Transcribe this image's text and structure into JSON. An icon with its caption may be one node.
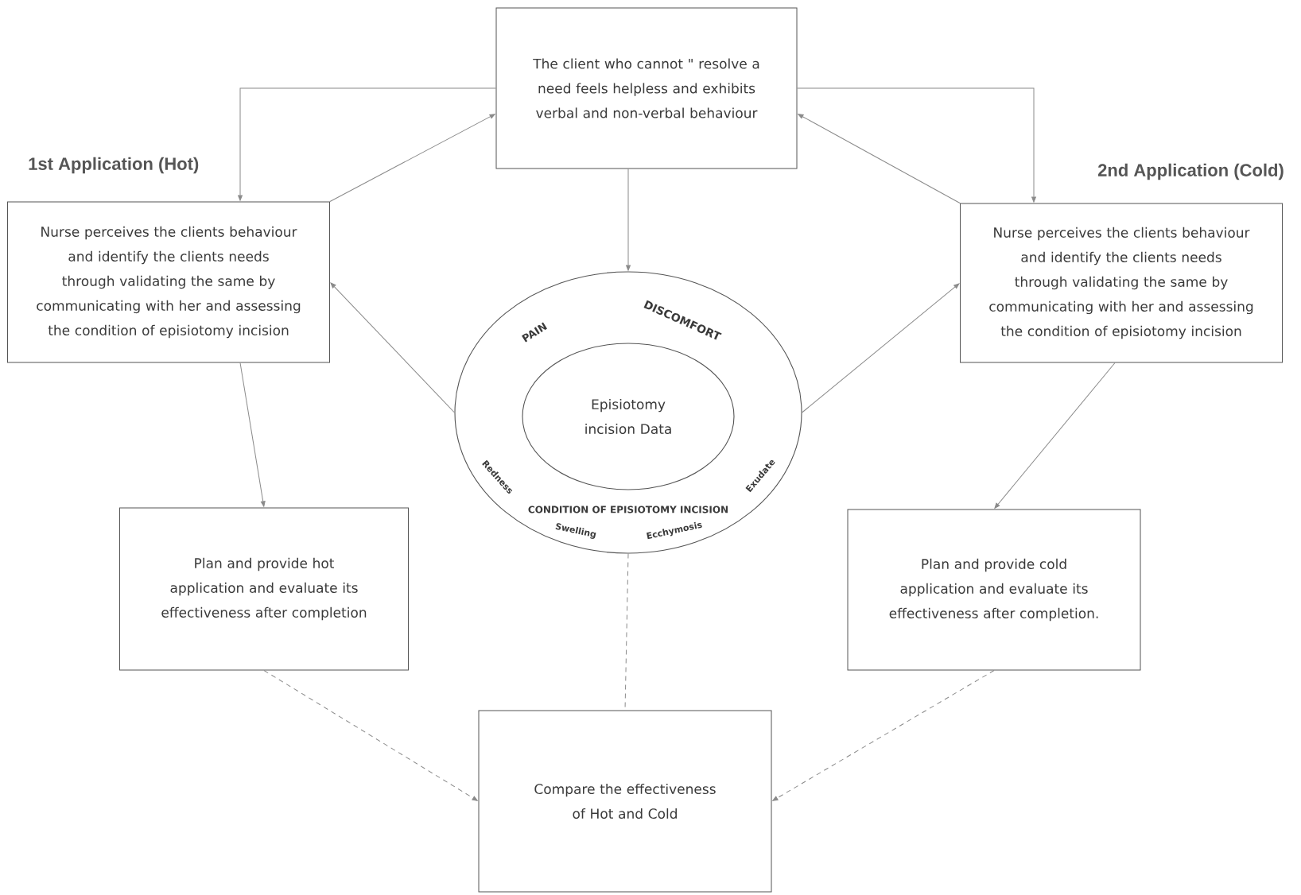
{
  "diagram": {
    "nodes": [
      {
        "text": [
          "The client who cannot \" resolve a need feels helpless and exhibits verbal and non-verbal behaviour"
        ]
      },
      {
        "text": [
          "1st Application (Hot)",
          "Nurse perceives the clients behaviour and identify the clients needs through validating the same by communicating with her and assessing the condition of episiotomy incision"
        ]
      },
      {
        "text": [
          "2nd Application (Cold)",
          "Nurse perceives the clients behaviour and identify the clients needs through validating the same by communicating with her and assessing the condition of episiotomy incision"
        ]
      },
      {
        "text": [
          "PAIN",
          "DISCOMFORT",
          "CONDITION OF EPISIOTOMY INCISION",
          "Redness",
          "Swelling",
          "Ecchymosis",
          "Exudate"
        ]
      },
      {
        "text": [
          "Episiotomy incision Data"
        ],
        "in": 3
      },
      {
        "text": [
          "Plan and provide hot application and evaluate its effectiveness after completion"
        ]
      },
      {
        "text": [
          "Plan and provide cold application and evaluate its effectiveness after completion."
        ]
      },
      {
        "text": [
          "Compare the effectiveness of Hot and Cold"
        ]
      }
    ],
    "edges": [
      {
        "from": 0,
        "to": 1,
        "arrow": "to"
      },
      {
        "from": 0,
        "to": 2,
        "arrow": "to"
      },
      {
        "from": 1,
        "to": 0,
        "arrow": "to"
      },
      {
        "from": 2,
        "to": 0,
        "arrow": "to"
      },
      {
        "from": 0,
        "to": 3,
        "arrow": "to"
      },
      {
        "from": 3,
        "to": 1,
        "arrow": "to"
      },
      {
        "from": 3,
        "to": 2,
        "arrow": "to"
      },
      {
        "from": 1,
        "to": 5,
        "arrow": "to"
      },
      {
        "from": 2,
        "to": 6,
        "arrow": "to"
      },
      {
        "from": 5,
        "to": 7,
        "arrow": "to",
        "style": "dashed"
      },
      {
        "from": 6,
        "to": 7,
        "arrow": "to",
        "style": "dashed"
      },
      {
        "from": 3,
        "to": 7,
        "arrow": "none",
        "style": "dashed"
      }
    ]
  }
}
